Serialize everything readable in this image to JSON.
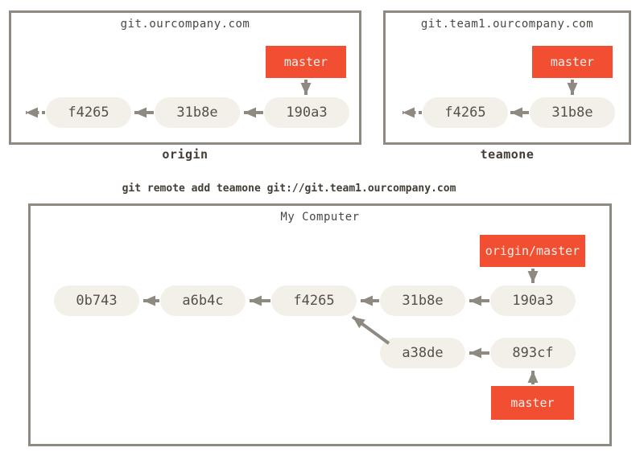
{
  "colors": {
    "background": "#ffffff",
    "box_border": "#8f8a81",
    "commit_fill": "#f2f0e9",
    "commit_text": "#565049",
    "branch_label_bg": "#f14e32",
    "branch_label_text": "#f6efe9",
    "arrow": "#8e8a82",
    "title_text": "#4c4641",
    "caption_text": "#433d36"
  },
  "remote_origin": {
    "title": "git.ourcompany.com",
    "caption": "origin",
    "branch_label": "master",
    "commits": [
      "f4265",
      "31b8e",
      "190a3"
    ]
  },
  "remote_teamone": {
    "title": "git.team1.ourcompany.com",
    "caption": "teamone",
    "branch_label": "master",
    "commits": [
      "f4265",
      "31b8e"
    ]
  },
  "command": "git remote add teamone git://git.team1.ourcompany.com",
  "local": {
    "title": "My Computer",
    "remote_branch_label": "origin/master",
    "branch_label": "master",
    "main_commits": [
      "0b743",
      "a6b4c",
      "f4265",
      "31b8e",
      "190a3"
    ],
    "topic_commits": [
      "a38de",
      "893cf"
    ]
  }
}
